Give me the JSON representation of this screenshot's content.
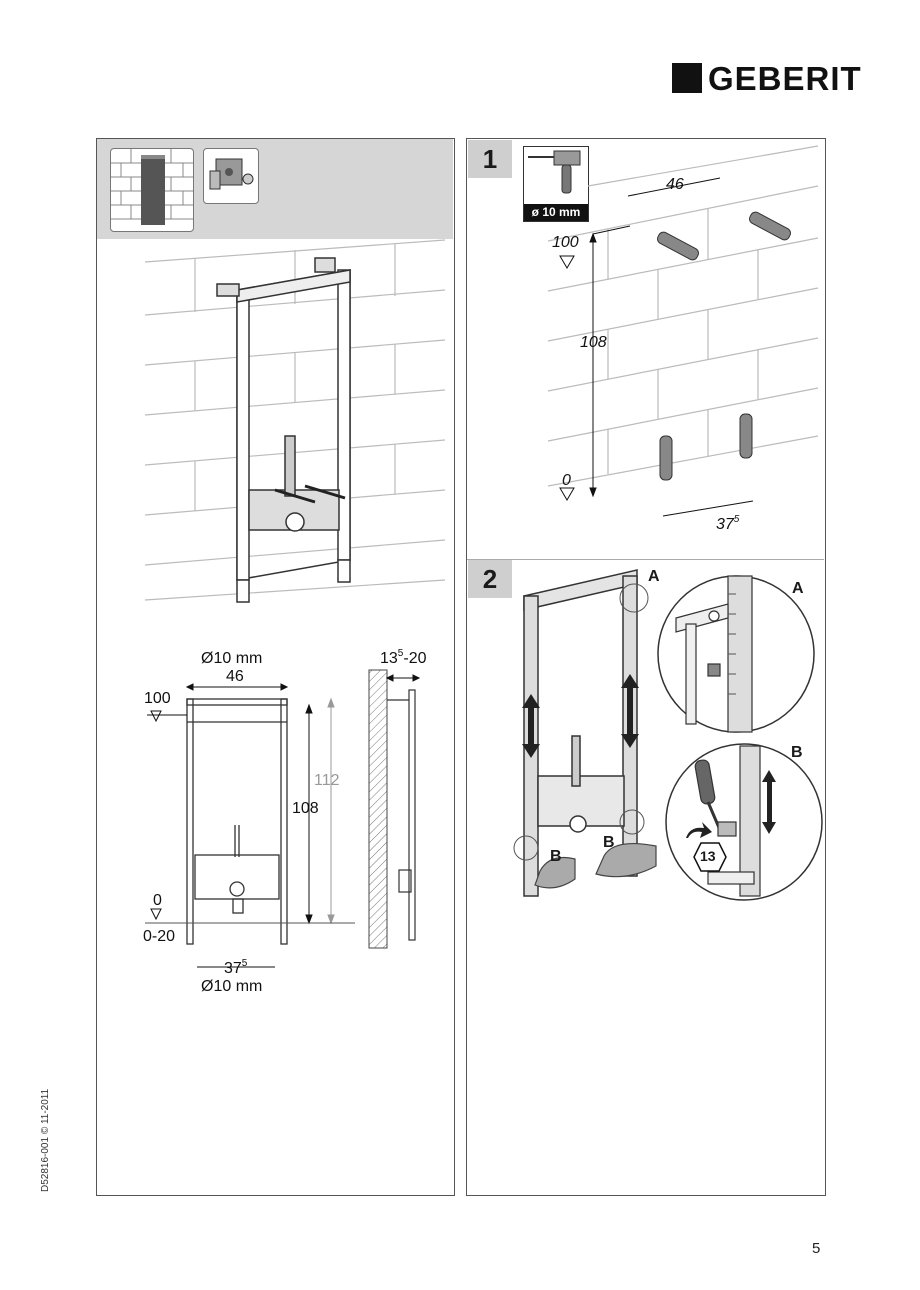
{
  "brand": {
    "name": "GEBERIT"
  },
  "left_panel": {
    "dimensions": {
      "drill_top": "Ø10 mm",
      "width_top": "46",
      "level_100": "100",
      "height_112": "112",
      "height_108": "108",
      "level_0": "0",
      "range_0_20": "0-20",
      "width_bottom": "37",
      "width_bottom_sup": "5",
      "drill_bottom": "Ø10 mm",
      "wall_offset": "13",
      "wall_offset_sup": "5",
      "wall_offset_suffix": "-20"
    }
  },
  "step1": {
    "number": "1",
    "drill_label": "ø 10 mm",
    "dim_46": "46",
    "dim_100": "100",
    "dim_108": "108",
    "dim_0": "0",
    "dim_375": "37",
    "dim_375_sup": "5"
  },
  "step2": {
    "number": "2",
    "callout_a": "A",
    "callout_b": "B",
    "detail_a": "A",
    "detail_b": "B",
    "wrench_size": "13"
  },
  "footer": {
    "doc_code": "D52816-001 © 11-2011",
    "page_number": "5"
  }
}
